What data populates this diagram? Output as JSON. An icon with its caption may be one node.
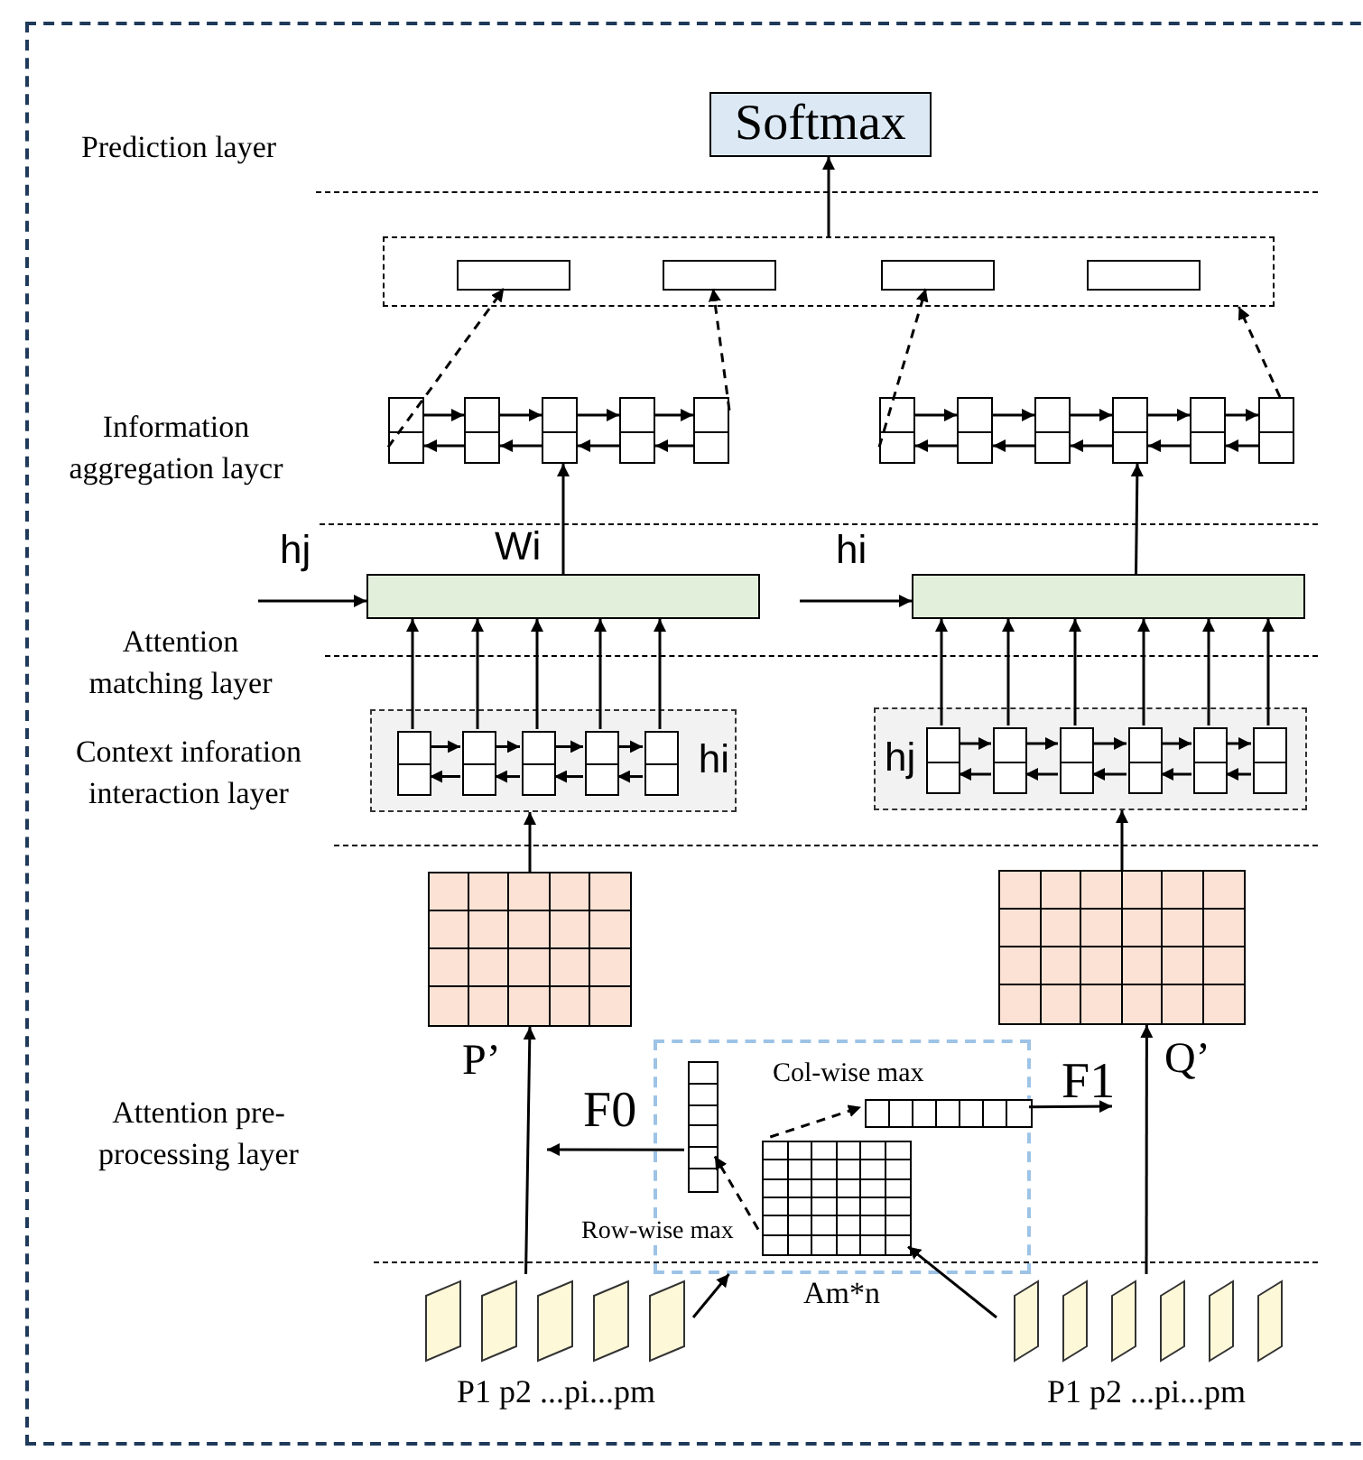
{
  "diagram": {
    "nodes": [
      {
        "text": [
          "Softmax"
        ]
      },
      {
        "text": [],
        "shape": "box"
      },
      {
        "text": [],
        "shape": "box",
        "in": 1
      },
      {
        "text": [],
        "shape": "box",
        "in": 1
      },
      {
        "text": [],
        "shape": "box",
        "in": 1
      },
      {
        "text": [],
        "shape": "box",
        "in": 1
      },
      {
        "text": [],
        "shape": "box"
      },
      {
        "text": [],
        "shape": "box"
      },
      {
        "text": [],
        "shape": "box"
      },
      {
        "text": [],
        "shape": "box"
      },
      {
        "text": [],
        "shape": "box"
      },
      {
        "text": [],
        "shape": "box"
      },
      {
        "text": [],
        "shape": "box"
      },
      {
        "text": [],
        "shape": "box"
      },
      {
        "text": [],
        "shape": "box"
      },
      {
        "text": [],
        "shape": "box"
      },
      {
        "text": [],
        "shape": "box"
      },
      {
        "text": [],
        "shape": "box"
      },
      {
        "text": [],
        "shape": "box"
      },
      {
        "text": [
          "hi"
        ]
      },
      {
        "text": [],
        "shape": "box",
        "in": 19
      },
      {
        "text": [],
        "shape": "box",
        "in": 19
      },
      {
        "text": [],
        "shape": "box",
        "in": 19
      },
      {
        "text": [],
        "shape": "box",
        "in": 19
      },
      {
        "text": [],
        "shape": "box",
        "in": 19
      },
      {
        "text": [
          "hj"
        ]
      },
      {
        "text": [],
        "shape": "box",
        "in": 25
      },
      {
        "text": [],
        "shape": "box",
        "in": 25
      },
      {
        "text": [],
        "shape": "box",
        "in": 25
      },
      {
        "text": [],
        "shape": "box",
        "in": 25
      },
      {
        "text": [],
        "shape": "box",
        "in": 25
      },
      {
        "text": [],
        "shape": "box",
        "in": 25
      },
      {
        "text": [],
        "shape": "box",
        "beside": [
          "P’"
        ]
      },
      {
        "text": [],
        "shape": "box",
        "beside": [
          "Q’"
        ]
      },
      {
        "text": [],
        "shape": "box"
      },
      {
        "text": [],
        "shape": "box",
        "in": 34
      },
      {
        "text": [],
        "shape": "box",
        "in": 34
      },
      {
        "text": [],
        "shape": "box",
        "in": 34,
        "beside": [
          "Am*n"
        ]
      },
      {
        "text": [
          "P1 p2 ...pi...pm"
        ]
      },
      {
        "text": [
          "P1 p2 ...pi...pm"
        ]
      }
    ],
    "edges": [
      {
        "from": 1,
        "to": 0,
        "arrow": "to"
      },
      {
        "from": 6,
        "to": 2,
        "arrow": "to",
        "style": "dashed"
      },
      {
        "from": 10,
        "to": 3,
        "arrow": "to",
        "style": "dashed"
      },
      {
        "from": 11,
        "to": 4,
        "arrow": "to",
        "style": "dashed"
      },
      {
        "from": 16,
        "to": 1,
        "arrow": "to",
        "style": "dashed"
      },
      {
        "from": 6,
        "to": 7,
        "arrow": "to"
      },
      {
        "from": 7,
        "to": 6,
        "arrow": "to"
      },
      {
        "from": 7,
        "to": 8,
        "arrow": "to"
      },
      {
        "from": 8,
        "to": 7,
        "arrow": "to"
      },
      {
        "from": 8,
        "to": 9,
        "arrow": "to"
      },
      {
        "from": 9,
        "to": 8,
        "arrow": "to"
      },
      {
        "from": 9,
        "to": 10,
        "arrow": "to"
      },
      {
        "from": 10,
        "to": 9,
        "arrow": "to"
      },
      {
        "from": 11,
        "to": 12,
        "arrow": "to"
      },
      {
        "from": 12,
        "to": 11,
        "arrow": "to"
      },
      {
        "from": 12,
        "to": 13,
        "arrow": "to"
      },
      {
        "from": 13,
        "to": 12,
        "arrow": "to"
      },
      {
        "from": 13,
        "to": 14,
        "arrow": "to"
      },
      {
        "from": 14,
        "to": 13,
        "arrow": "to"
      },
      {
        "from": 14,
        "to": 15,
        "arrow": "to"
      },
      {
        "from": 15,
        "to": 14,
        "arrow": "to"
      },
      {
        "from": 15,
        "to": 16,
        "arrow": "to"
      },
      {
        "from": 16,
        "to": 15,
        "arrow": "to"
      },
      {
        "from": 17,
        "to": 8,
        "arrow": "to",
        "label": "Wi"
      },
      {
        "from": 18,
        "to": 14,
        "arrow": "to"
      },
      {
        "from": null,
        "to": 17,
        "arrow": "to",
        "label": "hj"
      },
      {
        "from": null,
        "to": 18,
        "arrow": "to",
        "label": "hi"
      },
      {
        "from": 20,
        "to": 21,
        "arrow": "to"
      },
      {
        "from": 21,
        "to": 20,
        "arrow": "to"
      },
      {
        "from": 21,
        "to": 22,
        "arrow": "to"
      },
      {
        "from": 22,
        "to": 21,
        "arrow": "to"
      },
      {
        "from": 22,
        "to": 23,
        "arrow": "to"
      },
      {
        "from": 23,
        "to": 22,
        "arrow": "to"
      },
      {
        "from": 23,
        "to": 24,
        "arrow": "to"
      },
      {
        "from": 24,
        "to": 23,
        "arrow": "to"
      },
      {
        "from": 26,
        "to": 27,
        "arrow": "to"
      },
      {
        "from": 27,
        "to": 26,
        "arrow": "to"
      },
      {
        "from": 27,
        "to": 28,
        "arrow": "to"
      },
      {
        "from": 28,
        "to": 27,
        "arrow": "to"
      },
      {
        "from": 28,
        "to": 29,
        "arrow": "to"
      },
      {
        "from": 29,
        "to": 28,
        "arrow": "to"
      },
      {
        "from": 29,
        "to": 30,
        "arrow": "to"
      },
      {
        "from": 30,
        "to": 29,
        "arrow": "to"
      },
      {
        "from": 30,
        "to": 31,
        "arrow": "to"
      },
      {
        "from": 31,
        "to": 30,
        "arrow": "to"
      },
      {
        "from": 20,
        "to": 17,
        "arrow": "to"
      },
      {
        "from": 21,
        "to": 17,
        "arrow": "to"
      },
      {
        "from": 22,
        "to": 17,
        "arrow": "to"
      },
      {
        "from": 23,
        "to": 17,
        "arrow": "to"
      },
      {
        "from": 24,
        "to": 17,
        "arrow": "to"
      },
      {
        "from": 26,
        "to": 18,
        "arrow": "to"
      },
      {
        "from": 27,
        "to": 18,
        "arrow": "to"
      },
      {
        "from": 28,
        "to": 18,
        "arrow": "to"
      },
      {
        "from": 29,
        "to": 18,
        "arrow": "to"
      },
      {
        "from": 30,
        "to": 18,
        "arrow": "to"
      },
      {
        "from": 31,
        "to": 18,
        "arrow": "to"
      },
      {
        "from": 32,
        "to": 19,
        "arrow": "to"
      },
      {
        "from": 33,
        "to": 25,
        "arrow": "to"
      },
      {
        "from": 38,
        "to": 32,
        "arrow": "to"
      },
      {
        "from": 38,
        "to": 34,
        "arrow": "to"
      },
      {
        "from": 39,
        "to": 37,
        "arrow": "to"
      },
      {
        "from": 39,
        "to": 33,
        "arrow": "to"
      },
      {
        "from": 35,
        "to": null,
        "arrow": "to",
        "label": "F0"
      },
      {
        "from": 36,
        "to": null,
        "arrow": "to",
        "label": "F1"
      },
      {
        "from": 37,
        "to": 35,
        "arrow": "to",
        "style": "dashed",
        "label": "Row-wise max"
      },
      {
        "from": 37,
        "to": 36,
        "arrow": "to",
        "style": "dashed",
        "label": "Col-wise max"
      }
    ],
    "labels": [
      "Prediction layer",
      "Information aggregation laycr",
      "Attention matching layer",
      "Context inforation interaction layer",
      "Attention pre-processing layer"
    ]
  }
}
